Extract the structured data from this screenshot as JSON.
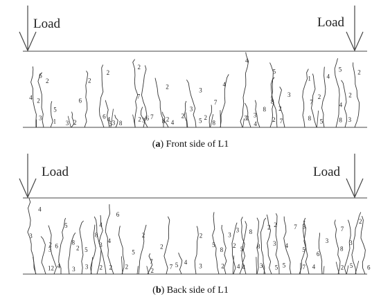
{
  "panels": [
    {
      "id": "front",
      "caption_letter": "a",
      "caption_text": "Front side of L1",
      "load_labels": [
        "Load",
        "Load"
      ],
      "crack_numbers": [
        "6",
        "4",
        "3",
        "2",
        "2",
        "1",
        "5",
        "3",
        "2",
        "2",
        "6",
        "4",
        "2",
        "6",
        "3",
        "8",
        "5",
        "2",
        "2",
        "7",
        "6",
        "7",
        "3",
        "2",
        "2",
        "8",
        "4",
        "3",
        "2",
        "5",
        "3",
        "2",
        "8",
        "4",
        "7",
        "2",
        "4",
        "3",
        "4",
        "8",
        "3",
        "2",
        "5",
        "8",
        "7",
        "3",
        "2",
        "8",
        "1",
        "7",
        "5",
        "4",
        "2",
        "8",
        "5",
        "4",
        "3",
        "2",
        "2"
      ]
    },
    {
      "id": "back",
      "caption_letter": "b",
      "caption_text": "Back side of L1",
      "load_labels": [
        "Load",
        "Load"
      ],
      "crack_numbers": [
        "4",
        "3",
        "12",
        "2",
        "3",
        "4",
        "5",
        "6",
        "3",
        "8",
        "2",
        "3",
        "8",
        "5",
        "2",
        "4",
        "3",
        "2",
        "6",
        "4",
        "2",
        "2",
        "5",
        "2",
        "7",
        "2",
        "7",
        "4",
        "5",
        "3",
        "2",
        "5",
        "2",
        "3",
        "8",
        "4",
        "3",
        "2",
        "4",
        "8",
        "5",
        "3",
        "2",
        "8",
        "5",
        "2",
        "3",
        "5",
        "7",
        "4",
        "7",
        "3",
        "5",
        "4",
        "3",
        "6",
        "2",
        "7",
        "8",
        "5",
        "2",
        "3",
        "6"
      ]
    }
  ]
}
